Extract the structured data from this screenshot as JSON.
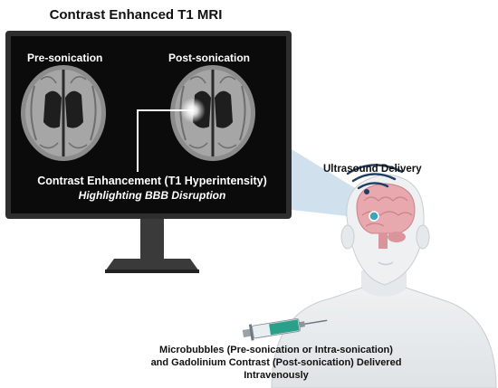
{
  "title": "Contrast Enhanced T1 MRI",
  "monitor": {
    "pre_label": "Pre-sonication",
    "post_label": "Post-sonication",
    "enhancement_label": "Contrast Enhancement (T1 Hyperintensity)",
    "bbb_label": "Highlighting BBB Disruption"
  },
  "ultrasound_label": "Ultrasound Delivery",
  "delivery": {
    "line1": "Microbubbles (Pre-sonication or Intra-sonication)",
    "line2": "and Gadolinium Contrast (Post-sonication) Delivered",
    "line3": "Intravenously"
  },
  "colors": {
    "screen": "#0b0b0b",
    "bezel": "#2e2e2e",
    "brain_gray": "#9a9a9a",
    "beam": "#c8dcea",
    "brain_pink": "#e8a9ae",
    "focus": "#3ea6b8",
    "syringe_fluid": "#2aa08a"
  }
}
